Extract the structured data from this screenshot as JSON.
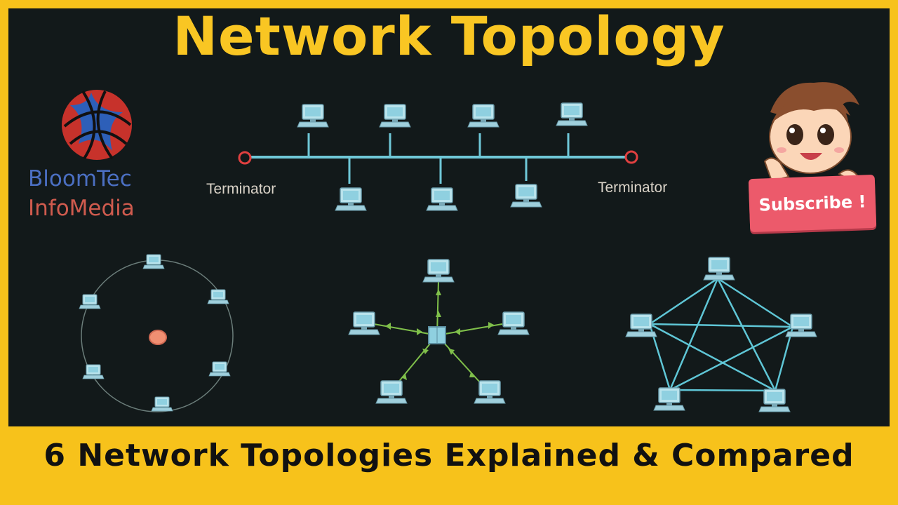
{
  "title": "Network Topology",
  "subtitle": "6 Network Topologies Explained & Compared",
  "brand": {
    "line1": "BloomTec",
    "line2": "InfoMedia"
  },
  "subscribe": {
    "label": "Subscribe !"
  },
  "bus": {
    "terminator_left": "Terminator",
    "terminator_right": "Terminator"
  },
  "colors": {
    "frame": "#f7c21b",
    "background": "#12191a",
    "link": "#6fc8d8",
    "title": "#f9c623",
    "terminator": "#e04040",
    "ring_center": "#f08f72"
  }
}
